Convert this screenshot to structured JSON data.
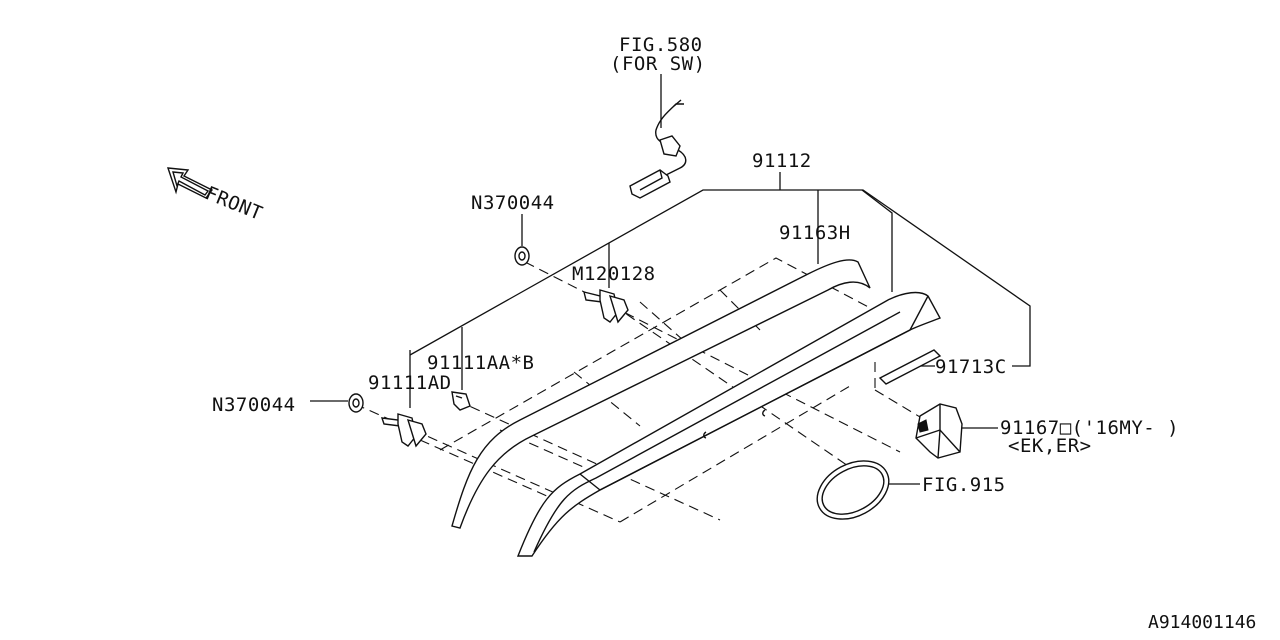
{
  "diagram": {
    "callouts": {
      "fig580": "FIG.580",
      "fig580_note": "(FOR SW)",
      "front": "FRONT",
      "p91112": "91112",
      "p91163h": "91163H",
      "n370044_top": "N370044",
      "m120128": "M120128",
      "p91111aab": "91111AA*B",
      "p91111ad": "91111AD",
      "n370044_left": "N370044",
      "p91713c": "91713C",
      "p91167": "91167□('16MY- )",
      "p91167_note": "<EK,ER>",
      "fig915": "FIG.915",
      "doc_id": "A914001146"
    }
  }
}
